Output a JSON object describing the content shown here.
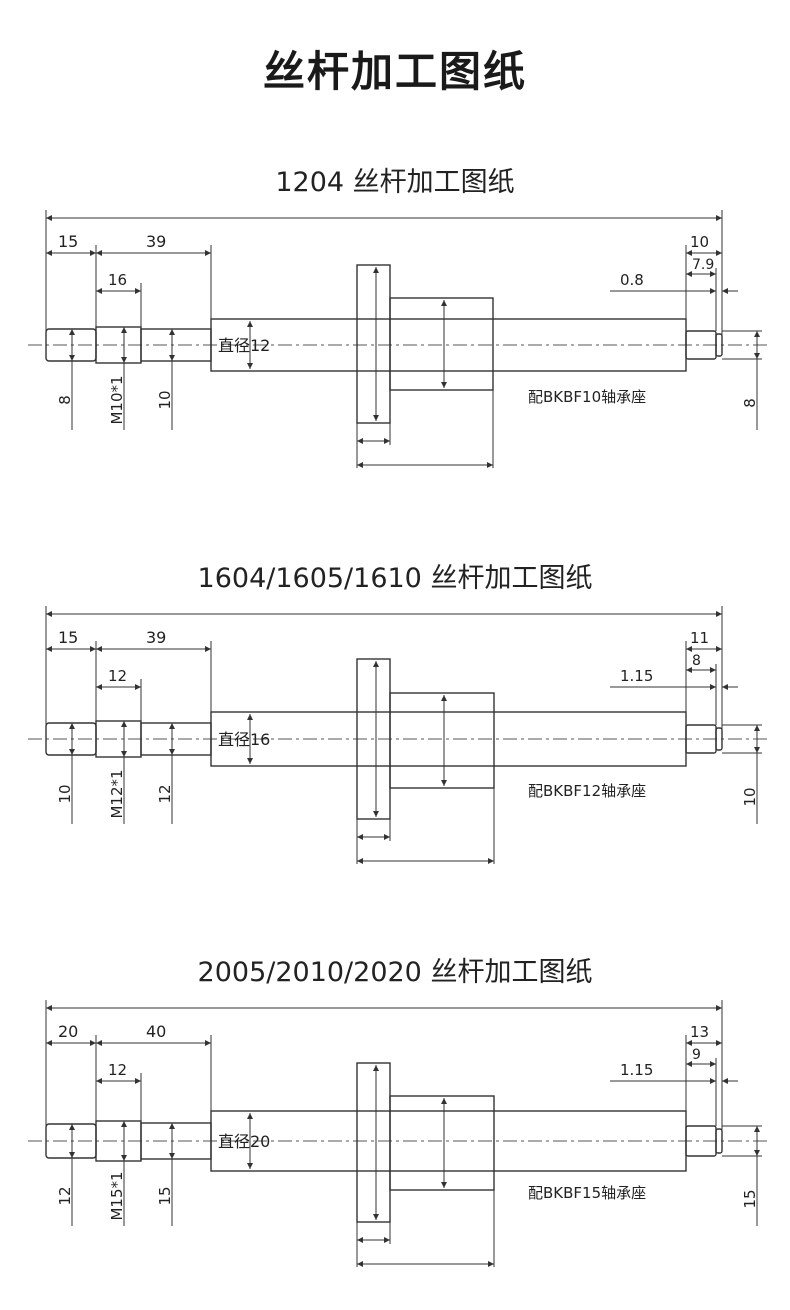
{
  "page": {
    "title": "丝杆加工图纸"
  },
  "drawings": [
    {
      "title": "1204 丝杆加工图纸",
      "dims": {
        "d15": "15",
        "d39": "39",
        "d16": "16",
        "d10": "10",
        "d79": "7.9",
        "d08": "0.8",
        "diameter": "直径12",
        "left_dia": "8",
        "thread": "M10*1",
        "step_dia": "10",
        "right_dia": "8",
        "bearing": "配BKBF10轴承座"
      }
    },
    {
      "title": "1604/1605/1610 丝杆加工图纸",
      "dims": {
        "d15": "15",
        "d39": "39",
        "d16": "12",
        "d10": "11",
        "d79": "8",
        "d08": "1.15",
        "diameter": "直径16",
        "left_dia": "10",
        "thread": "M12*1",
        "step_dia": "12",
        "right_dia": "10",
        "bearing": "配BKBF12轴承座"
      }
    },
    {
      "title": "2005/2010/2020 丝杆加工图纸",
      "dims": {
        "d15": "20",
        "d39": "40",
        "d16": "12",
        "d10": "13",
        "d79": "9",
        "d08": "1.15",
        "diameter": "直径20",
        "left_dia": "12",
        "thread": "M15*1",
        "step_dia": "15",
        "right_dia": "15",
        "bearing": "配BKBF15轴承座"
      }
    }
  ]
}
